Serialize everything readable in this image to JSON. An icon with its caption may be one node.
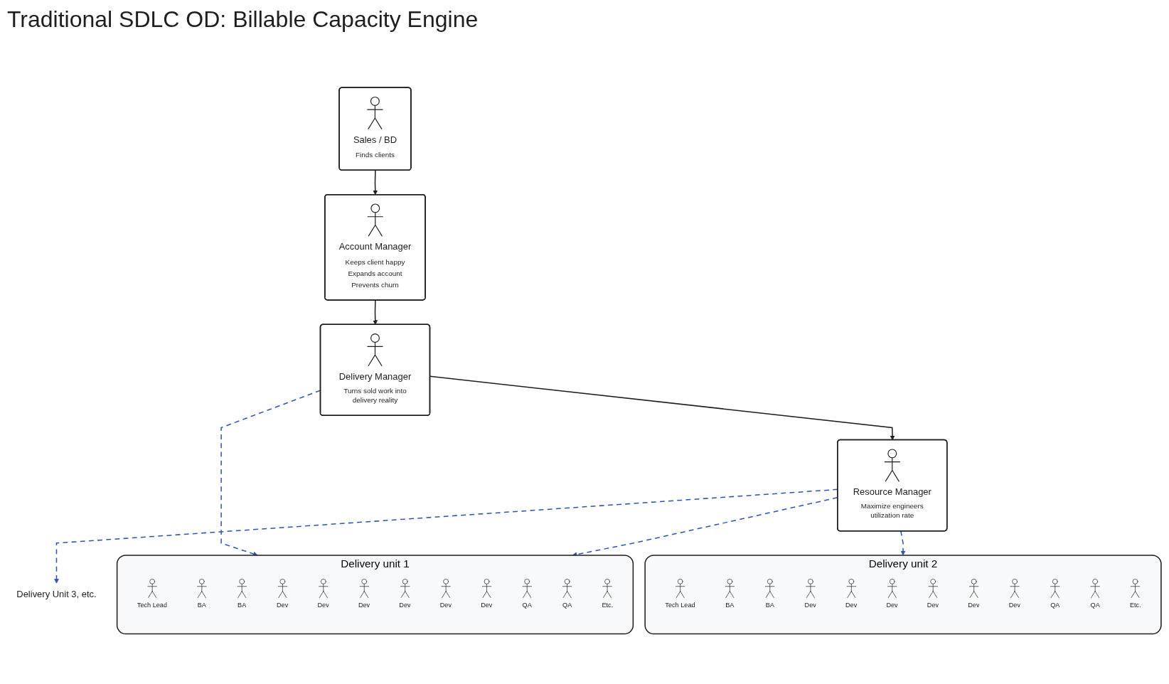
{
  "diagram": {
    "title": "Traditional SDLC OD: Billable Capacity Engine",
    "nodes": [
      {
        "text": [
          "Sales / BD",
          "Finds clients"
        ]
      },
      {
        "text": [
          "Account Manager",
          "Keeps client happy",
          "Expands account",
          "Prevents churn"
        ]
      },
      {
        "text": [
          "Delivery Manager",
          "Turns sold work into delivery reality"
        ]
      },
      {
        "text": [
          "Resource Manager",
          "Maximize engineers utilization rate"
        ]
      },
      {
        "text": [
          "Delivery unit 1"
        ]
      },
      {
        "text": [
          "Tech Lead"
        ],
        "in": 4
      },
      {
        "text": [
          "BA"
        ],
        "in": 4
      },
      {
        "text": [
          "BA"
        ],
        "in": 4
      },
      {
        "text": [
          "Dev"
        ],
        "in": 4
      },
      {
        "text": [
          "Dev"
        ],
        "in": 4
      },
      {
        "text": [
          "Dev"
        ],
        "in": 4
      },
      {
        "text": [
          "Dev"
        ],
        "in": 4
      },
      {
        "text": [
          "Dev"
        ],
        "in": 4
      },
      {
        "text": [
          "Dev"
        ],
        "in": 4
      },
      {
        "text": [
          "QA"
        ],
        "in": 4
      },
      {
        "text": [
          "QA"
        ],
        "in": 4
      },
      {
        "text": [
          "Etc."
        ],
        "in": 4
      },
      {
        "text": [
          "Delivery unit 2"
        ]
      },
      {
        "text": [
          "Tech Lead"
        ],
        "in": 17
      },
      {
        "text": [
          "BA"
        ],
        "in": 17
      },
      {
        "text": [
          "BA"
        ],
        "in": 17
      },
      {
        "text": [
          "Dev"
        ],
        "in": 17
      },
      {
        "text": [
          "Dev"
        ],
        "in": 17
      },
      {
        "text": [
          "Dev"
        ],
        "in": 17
      },
      {
        "text": [
          "Dev"
        ],
        "in": 17
      },
      {
        "text": [
          "Dev"
        ],
        "in": 17
      },
      {
        "text": [
          "Dev"
        ],
        "in": 17
      },
      {
        "text": [
          "QA"
        ],
        "in": 17
      },
      {
        "text": [
          "QA"
        ],
        "in": 17
      },
      {
        "text": [
          "Etc."
        ],
        "in": 17
      },
      {
        "text": [
          "Delivery Unit 3, etc."
        ]
      }
    ],
    "edges": [
      {
        "from": 0,
        "to": 1,
        "arrow": "to",
        "color": "#1e1e1e"
      },
      {
        "from": 1,
        "to": 2,
        "arrow": "to",
        "color": "#1e1e1e"
      },
      {
        "from": 2,
        "to": 3,
        "arrow": "to",
        "color": "#1e1e1e"
      },
      {
        "from": 2,
        "to": 4,
        "arrow": "to",
        "style": "dashed",
        "color": "#2f54b0"
      },
      {
        "from": 3,
        "to": 4,
        "arrow": "to",
        "style": "dashed",
        "color": "#2f54b0"
      },
      {
        "from": 3,
        "to": 17,
        "arrow": "to",
        "style": "dashed",
        "color": "#2f54b0"
      },
      {
        "from": 3,
        "to": 30,
        "arrow": "to",
        "style": "dashed",
        "color": "#2f54b0"
      }
    ]
  }
}
